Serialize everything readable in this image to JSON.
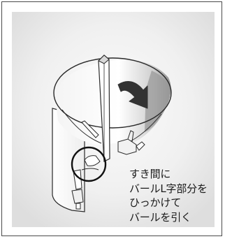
{
  "instruction": {
    "lines": [
      "すき間に",
      "バールL字部分を",
      "ひっかけて",
      "バールを引く"
    ]
  },
  "icons": {
    "rotation_arrow": "curved-arrow-icon",
    "highlight": "circle-highlight"
  },
  "colors": {
    "background_gradient_center": "#f7f7f7",
    "background_gradient_edge": "#e2e2e2",
    "line": "#2a2a2a",
    "arrow": "#333333",
    "circle": "#111111"
  }
}
